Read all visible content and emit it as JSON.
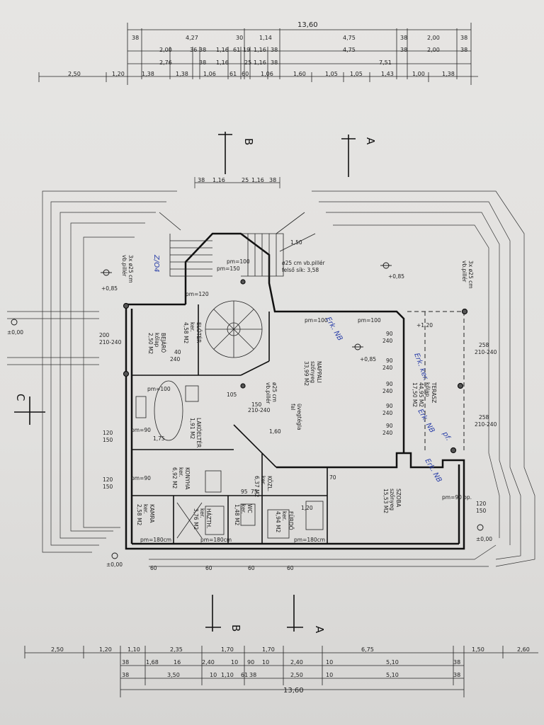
{
  "top_dims": {
    "overall": "13,60",
    "row1": [
      "38",
      "4,27",
      "30",
      "1,14",
      "4,75",
      "38",
      "2,00",
      "38"
    ],
    "row2": [
      "2,00",
      "36",
      "38",
      "1,16",
      "61",
      "19",
      "1,16",
      "38",
      "4,75",
      "38",
      "2,00",
      "38"
    ],
    "row3": [
      "2,76",
      "38",
      "1,16",
      "25",
      "1,16",
      "38",
      "7,51"
    ],
    "row4": [
      "2,50",
      "1,20",
      "1,38",
      "1,38",
      "1,06",
      "61",
      "60",
      "1,06",
      "1,60",
      "1,05",
      "1,05",
      "1,43",
      "1,00",
      "1,38"
    ]
  },
  "bottom_dims": {
    "row1": [
      "2,50",
      "1,20",
      "1,10",
      "2,35",
      "1,70",
      "1,70",
      "6,75",
      "1,50",
      "2,60"
    ],
    "row2": [
      "38",
      "1,68",
      "16",
      "2,40",
      "10",
      "90",
      "10",
      "2,40",
      "10",
      "5,10",
      "38"
    ],
    "row3": [
      "38",
      "3,50",
      "10",
      "1,10",
      "61",
      "38",
      "2,50",
      "10",
      "5,10",
      "38"
    ],
    "overall": "13,60"
  },
  "section_marks": {
    "a_top": "A",
    "b_top": "B",
    "a_bottom": "A",
    "b_bottom": "B",
    "c": "C"
  },
  "stair_dims": [
    "38",
    "1,16",
    "25",
    "1,16",
    "38"
  ],
  "rooms": {
    "nappali": [
      "NAPPALI",
      "szőnyeg",
      "33,99 M2"
    ],
    "terasz": [
      "TERASZ",
      "kőlap",
      "44,95 M2",
      "17,50 M2"
    ],
    "szoba": [
      "SZOBA",
      "szőnyeg",
      "15,53 M2"
    ],
    "lakoelter": [
      "LAKÓELTÉR",
      "1,91 M2"
    ],
    "konyha": [
      "KONYHA",
      "ker.",
      "6,92 M2"
    ],
    "kamra": [
      "KAMRA",
      "ker.",
      "2,58 M2"
    ],
    "hazt": [
      "HÁZTH.",
      "ker.",
      "3,76 M2"
    ],
    "wc": [
      "WC",
      "ker.",
      "1,48 M2"
    ],
    "kozl": [
      "KÖZL.",
      "ker.",
      "6,37 M2"
    ],
    "furdo": [
      "FÜRDŐ",
      "ker.",
      "4,94 M2"
    ],
    "bejaro": [
      "BEJÁRÓ",
      "kőlap",
      "2,50 M2"
    ],
    "eloter": [
      "ELŐTÉR",
      "ker.",
      "4,58 M2"
    ]
  },
  "notes": {
    "pillar1": [
      "ø25 cm vb.pillér",
      "felső sík: 3,58"
    ],
    "pillar2": [
      "ø25 cm",
      "vb.pillér"
    ],
    "pillar3": [
      "3x ø25 cm",
      "vb.pillér"
    ],
    "pillar4": [
      "3x ø25 cm",
      "vb.pillér"
    ],
    "uvegteglafal": [
      "üvegtégla",
      "fal"
    ]
  },
  "small_labels": {
    "pm100": "pm=100",
    "pm150": "pm=150",
    "pm120": "pm=120",
    "pm90": "pm=90",
    "pm180": "pm=180cm",
    "pm90op": "pm=90 op.",
    "w210": "210-240",
    "w240": "240",
    "w120": "120",
    "w150": "150",
    "w258": "258",
    "w200": "200",
    "w90": "90",
    "w60": "60",
    "w40": "40",
    "level_085": "+0,85",
    "level_000": "±0,00",
    "plus1020": "+1,20",
    "w175": "1,75",
    "w160": "1,60",
    "w105": "105",
    "w150b": "1,50",
    "w120b": "1,20",
    "w75": "75",
    "w70": "70",
    "w95": "95"
  },
  "handwriting": [
    "Z/O4",
    "Erk. NB",
    "Erk. ker.",
    "Erk. NB",
    "pf.",
    "Erk. NB"
  ]
}
